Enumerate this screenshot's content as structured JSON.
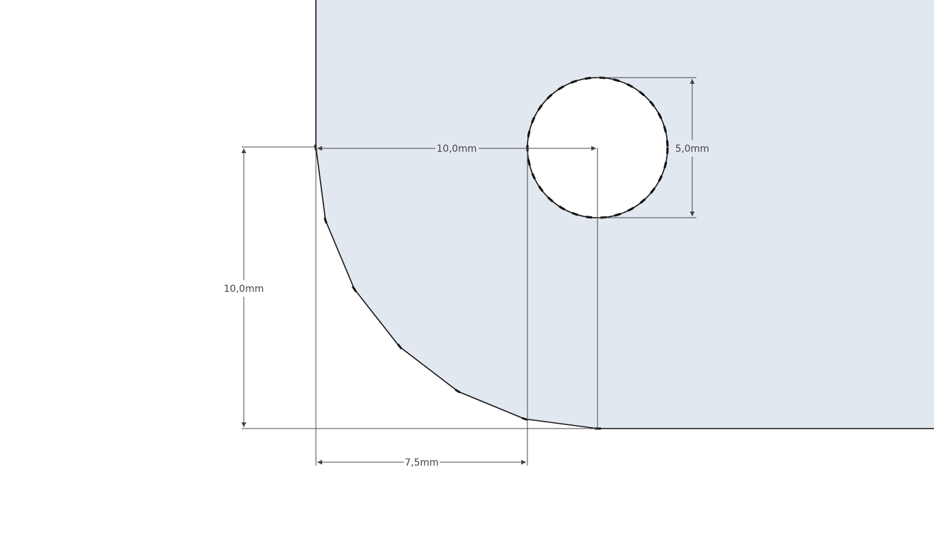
{
  "colors": {
    "background": "#ffffff",
    "face": "#e2e8ef",
    "edge": "#111111",
    "dimension": "#444444"
  },
  "dimensions": [
    {
      "id": "hole-offset-x",
      "label": "10,0mm"
    },
    {
      "id": "hole-diameter",
      "label": "5,0mm"
    },
    {
      "id": "fillet-height",
      "label": "10,0mm"
    },
    {
      "id": "fillet-to-hole-edge",
      "label": "7,5mm"
    }
  ]
}
